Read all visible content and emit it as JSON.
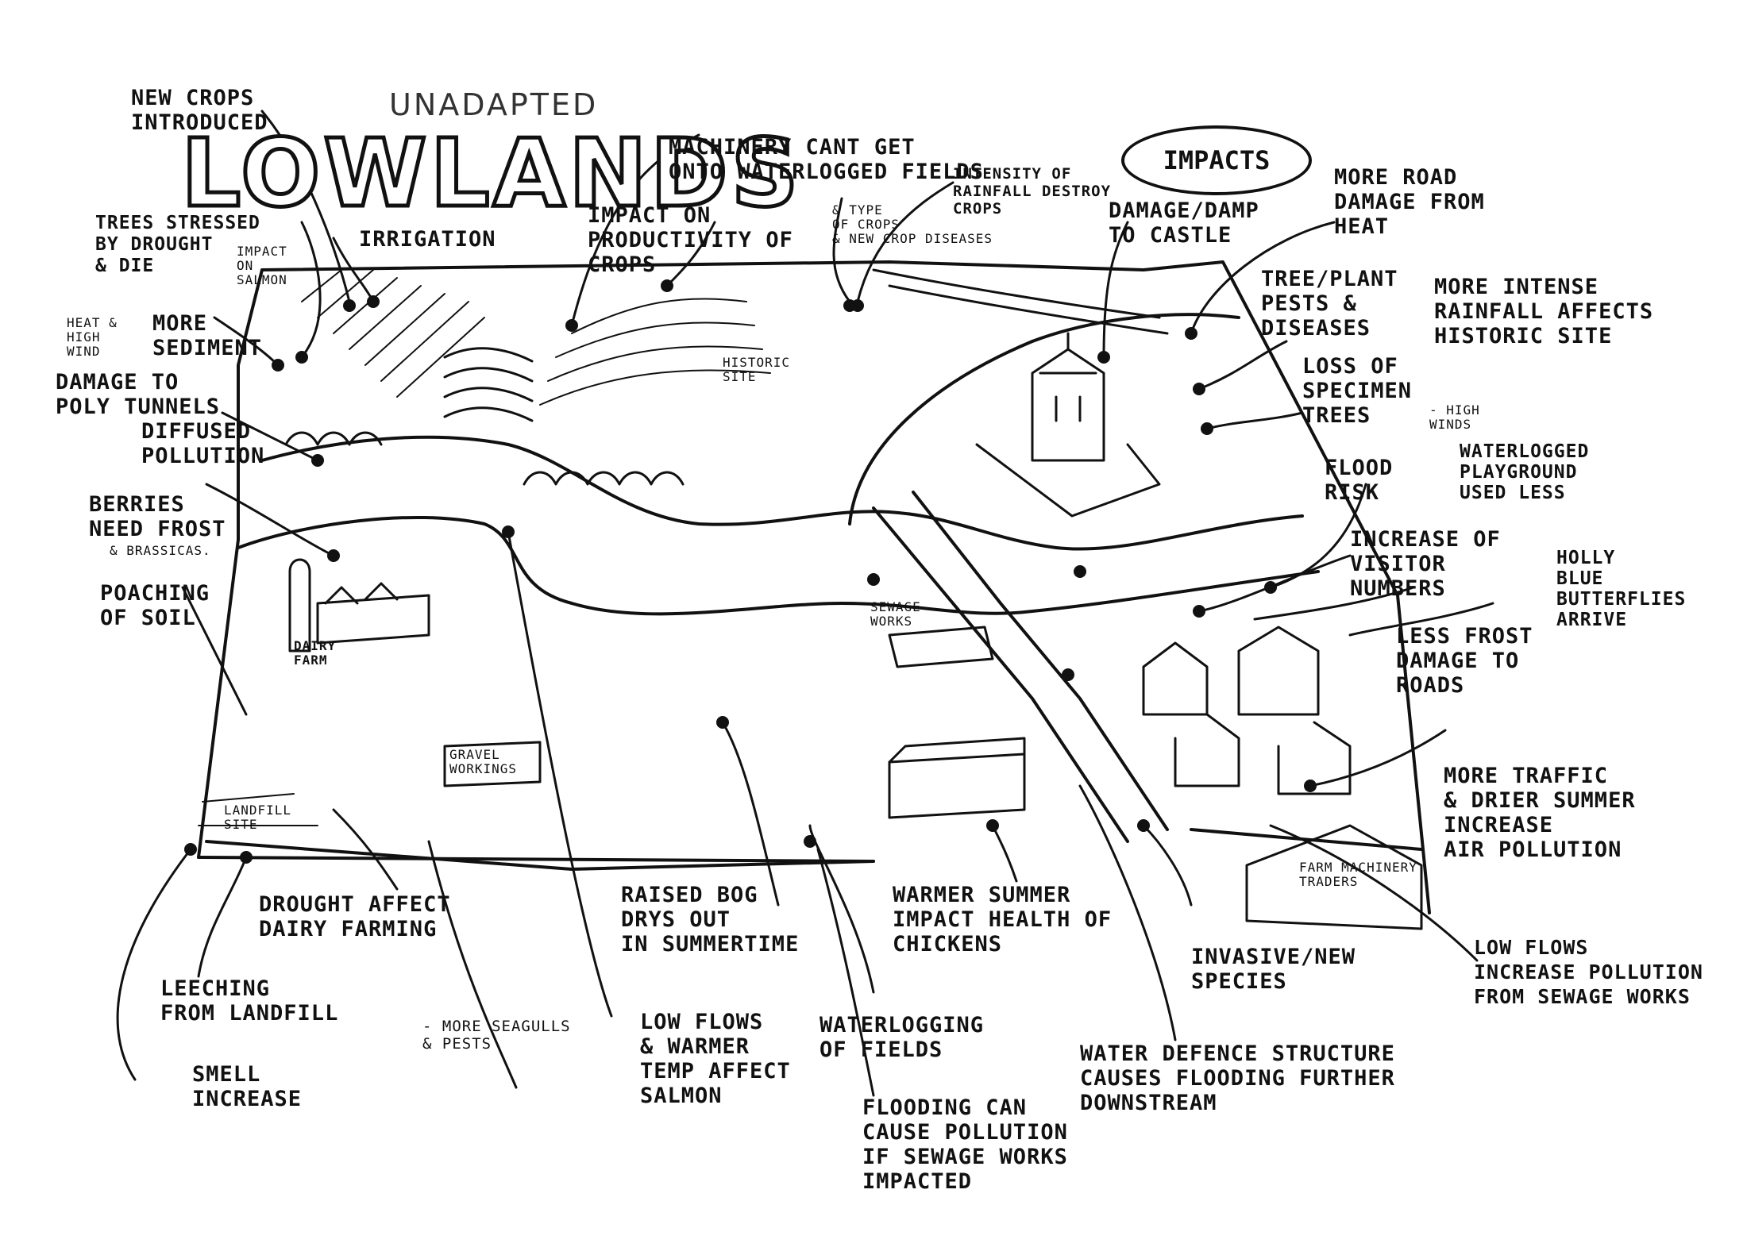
{
  "header": {
    "subtitle": "UNADAPTED",
    "title": "LOWLANDS",
    "impacts": "IMPACTS"
  },
  "labels": {
    "new_crops": "NEW CROPS\nINTRODUCED",
    "trees_stressed": "TREES STRESSED\nBY DROUGHT\n& DIE",
    "irrigation": "IRRIGATION",
    "impact_salmon": "IMPACT\nON\nSALMON",
    "heat_wind": "HEAT &\nHIGH\nWIND",
    "more_sediment": "MORE\nSEDIMENT",
    "damage_tunnels": "DAMAGE TO\nPOLY TUNNELS",
    "diffused_pollution": "DIFFUSED\nPOLLUTION",
    "berries_frost": "BERRIES\nNEED FROST",
    "brassicas": "& BRASSICAS.",
    "poaching_soil": "POACHING\nOF SOIL",
    "machinery": "MACHINERY CANT GET\nONTO WATERLOGGED FIELDS",
    "productivity": "IMPACT ON\nPRODUCTIVITY OF\nCROPS",
    "type_crops": "& TYPE\nOF CROPS\n& NEW CROP DISEASES",
    "rainfall_crops": "INTENSITY OF\nRAINFALL DESTROY\nCROPS",
    "damage_castle": "DAMAGE/DAMP\nTO CASTLE",
    "road_heat": "MORE ROAD\nDAMAGE FROM\nHEAT",
    "tree_pests": "TREE/PLANT\nPESTS &\nDISEASES",
    "rainfall_historic": "MORE INTENSE\nRAINFALL AFFECTS\nHISTORIC SITE",
    "specimen_trees": "LOSS OF\nSPECIMEN\nTREES",
    "high_winds": "- HIGH\nWINDS",
    "flood_risk": "FLOOD\nRISK",
    "playground": "WATERLOGGED\nPLAYGROUND\nUSED LESS",
    "visitor_numbers": "INCREASE OF\nVISITOR\nNUMBERS",
    "holly_blue": "HOLLY\nBLUE\nBUTTERFLIES\nARRIVE",
    "less_frost": "LESS FROST\nDAMAGE TO\nROADS",
    "traffic": "MORE TRAFFIC\n& DRIER SUMMER\nINCREASE\nAIR POLLUTION",
    "low_flows_sewage": "LOW FLOWS\nINCREASE POLLUTION\nFROM SEWAGE WORKS",
    "invasive": "INVASIVE/NEW\nSPECIES",
    "water_defence": "WATER DEFENCE STRUCTURE\nCAUSES FLOODING FURTHER\nDOWNSTREAM",
    "warmer_summer": "WARMER SUMMER\nIMPACT HEALTH OF\nCHICKENS",
    "waterlogging": "WATERLOGGING\nOF FIELDS",
    "flooding_pollution": "FLOODING CAN\nCAUSE POLLUTION\nIF SEWAGE WORKS\nIMPACTED",
    "raised_bog": "RAISED BOG\nDRYS OUT\nIN SUMMERTIME",
    "low_flows_salmon": "LOW FLOWS\n& WARMER\nTEMP AFFECT\nSALMON",
    "drought_dairy": "DROUGHT AFFECT\nDAIRY FARMING",
    "leeching": "LEECHING\nFROM LANDFILL",
    "seagulls": "- MORE SEAGULLS\n& PESTS",
    "smell": "SMELL\nINCREASE"
  },
  "map_labels": {
    "historic_site": "HISTORIC\nSITE",
    "dairy_farm": "DAIRY\nFARM",
    "sewage_works": "SEWAGE\nWORKS",
    "gravel_workings": "GRAVEL\nWORKINGS",
    "landfill_site": "LANDFILL\nSITE",
    "farm_machinery": "FARM MACHINERY\nTRADERS"
  }
}
